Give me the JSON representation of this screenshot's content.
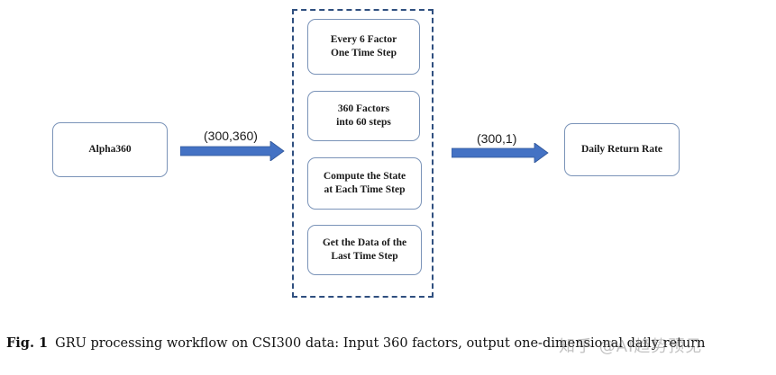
{
  "diagram": {
    "input_node": "Alpha360",
    "input_shape": "(300,360)",
    "steps": [
      [
        "Every 6 Factor",
        "One Time Step"
      ],
      [
        "360 Factors",
        "into 60 steps"
      ],
      [
        "Compute the State",
        "at Each Time Step"
      ],
      [
        "Get the Data of the",
        "Last Time Step"
      ]
    ],
    "output_shape": "(300,1)",
    "output_node": "Daily Return Rate"
  },
  "caption": {
    "label": "Fig. 1",
    "text": "GRU processing workflow on CSI300 data: Input 360 factors, output one-dimensional daily return"
  },
  "watermark": "知乎 @AI趋势预见",
  "colors": {
    "arrow": "#4472c4",
    "box_border": "#7a93b8",
    "group_border": "#2f4f7f"
  }
}
